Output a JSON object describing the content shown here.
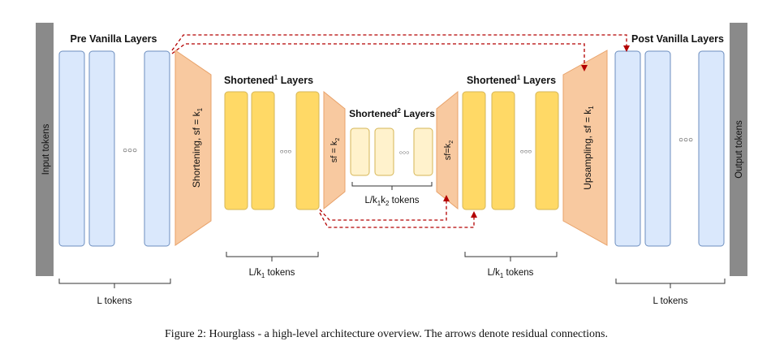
{
  "colors": {
    "side_bar": "#8a8a8a",
    "vanilla_fill": "#dae8fc",
    "vanilla_stroke": "#6c8ebf",
    "trapezoid_fill": "#f8c9a0",
    "trapezoid_stroke": "#e8a26a",
    "shortened1_fill": "#ffd966",
    "shortened1_stroke": "#d6b656",
    "shortened2_fill": "#fff2cc",
    "shortened2_stroke": "#d6b656",
    "residual_arrow": "#b30000"
  },
  "side_labels": {
    "input": "Input tokens",
    "output": "Output tokens"
  },
  "headings": {
    "pre_vanilla": "Pre Vanilla Layers",
    "shortened1_left_base": "Shortened",
    "shortened1_left_sup": "1",
    "shortened1_left_tail": " Layers",
    "shortened2_base": "Shortened",
    "shortened2_sup": "2",
    "shortened2_tail": " Layers",
    "shortened1_right_base": "Shortened",
    "shortened1_right_sup": "1",
    "shortened1_right_tail": " Layers",
    "post_vanilla": "Post Vanilla Layers"
  },
  "trapezoid_labels": {
    "shortening_base": "Shortening, sf = k",
    "shortening_sub": "1",
    "sf_k2_left_base": "sf = k",
    "sf_k2_left_sub": "2",
    "sf_k2_right_base": "sf=k",
    "sf_k2_right_sub": "2",
    "upsampling_base": "Upsampling, sf = k",
    "upsampling_sub": "1"
  },
  "ellipsis_large": "○○○",
  "ellipsis_small": "○○○",
  "token_labels": {
    "L_left": "L tokens",
    "L_right": "L tokens",
    "Lk1_left_base": "L/k",
    "Lk1_left_sub": "1",
    "Lk1_left_tail": " tokens",
    "Lk1_right_base": "L/k",
    "Lk1_right_sub": "1",
    "Lk1_right_tail": " tokens",
    "Lk1k2_base": "L/k",
    "Lk1k2_sub1": "1",
    "Lk1k2_mid": "k",
    "Lk1k2_sub2": "2",
    "Lk1k2_tail": " tokens"
  },
  "caption": "Figure 2: Hourglass - a high-level architecture overview. The arrows denote residual connections."
}
